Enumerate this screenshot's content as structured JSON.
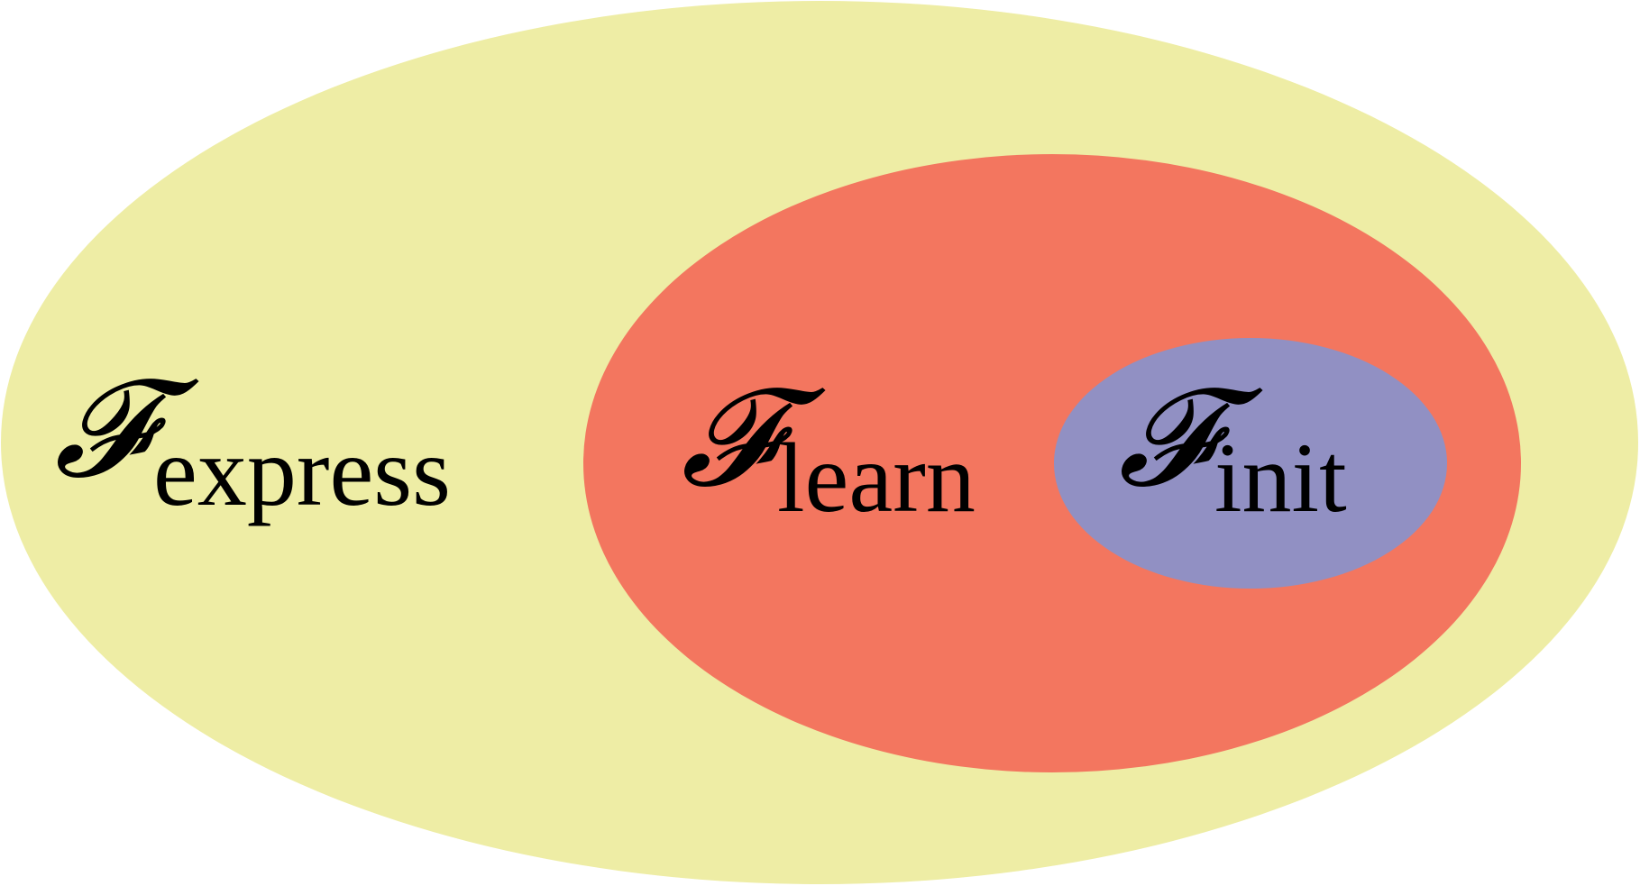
{
  "colors": {
    "outer": "#EEEDA5",
    "middle": "#F3765F",
    "inner": "#9190C3",
    "text": "#000000"
  },
  "sets": [
    {
      "symbol": "𝓕",
      "subscript": "express"
    },
    {
      "symbol": "𝓕",
      "subscript": "learn"
    },
    {
      "symbol": "𝓕",
      "subscript": "init"
    }
  ]
}
